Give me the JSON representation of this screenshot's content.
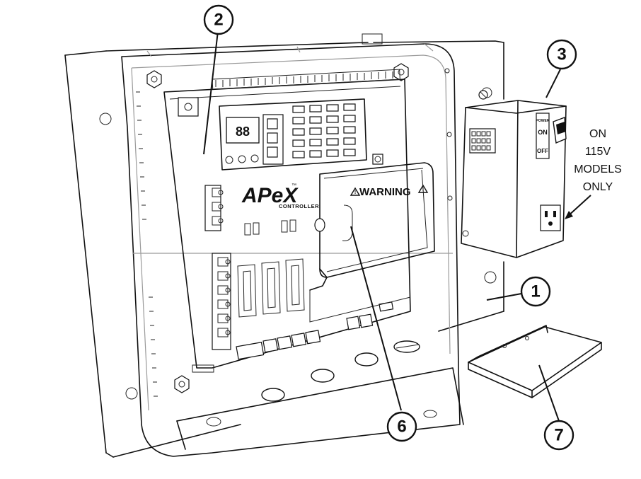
{
  "diagram": {
    "callouts": [
      {
        "id": "1",
        "label": "1"
      },
      {
        "id": "2",
        "label": "2"
      },
      {
        "id": "3",
        "label": "3"
      },
      {
        "id": "6",
        "label": "6"
      },
      {
        "id": "7",
        "label": "7"
      }
    ],
    "controller": {
      "brand": "APeX",
      "trademark": "™",
      "subtitle": "CONTROLLER",
      "display_digits": "88"
    },
    "warning_cover": {
      "label": "WARNING"
    },
    "power_box": {
      "switch_label_power": "POWER",
      "switch_label_on": "ON",
      "switch_label_off": "OFF"
    },
    "note": {
      "lines": [
        "ON",
        "115V",
        "MODELS",
        "ONLY"
      ]
    }
  }
}
